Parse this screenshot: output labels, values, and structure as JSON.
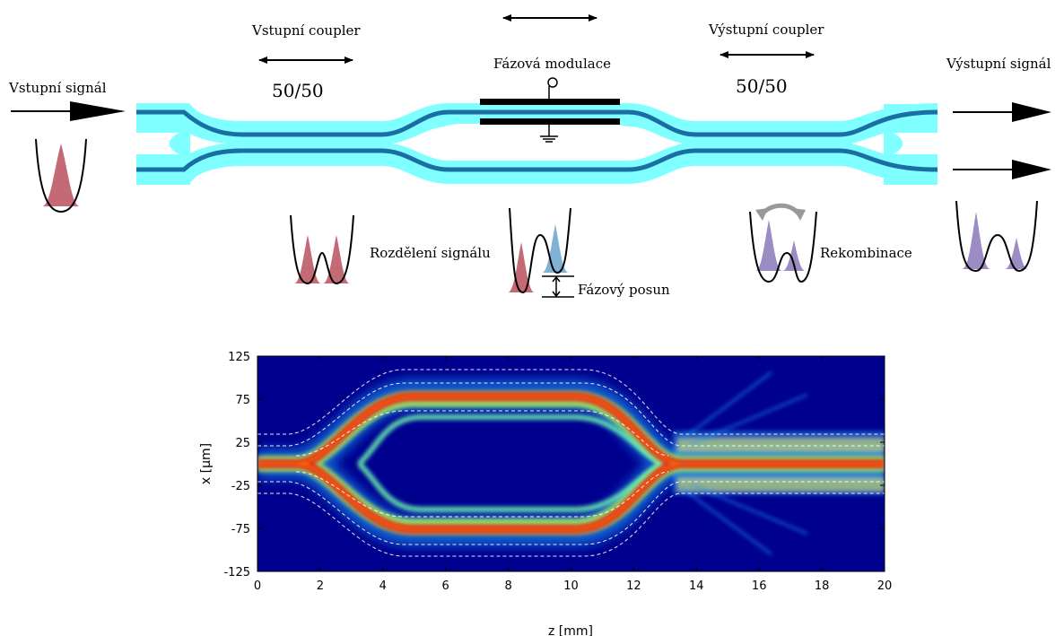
{
  "diagram": {
    "input_signal_label": "Vstupní signál",
    "input_coupler_label": "Vstupní coupler",
    "input_ratio": "50/50",
    "phase_modulation_label": "Fázová modulace",
    "output_coupler_label": "Výstupní  coupler",
    "output_ratio": "50/50",
    "output_signal_label": "Výstupní signál",
    "splitting_label": "Rozdělení signálu",
    "phase_shift_label": "Fázový posun",
    "recombination_label": "Rekombinace",
    "colors": {
      "cladding": "#7fffff",
      "core": "#1b6ea3",
      "pulse_red": "#b8505c",
      "pulse_blue": "#6aa5cf",
      "pulse_purple": "#8a78b8",
      "electrode": "#000000"
    }
  },
  "plot": {
    "xlabel": "z [mm]",
    "ylabel": "x [µm]",
    "x_ticks": [
      "0",
      "2",
      "4",
      "6",
      "8",
      "10",
      "12",
      "14",
      "16",
      "18",
      "20"
    ],
    "y_ticks": [
      "125",
      "75",
      "25",
      "-25",
      "-75",
      "-125"
    ],
    "xlim": [
      0,
      20
    ],
    "ylim": [
      -125,
      125
    ],
    "background_color": "#00008f"
  }
}
